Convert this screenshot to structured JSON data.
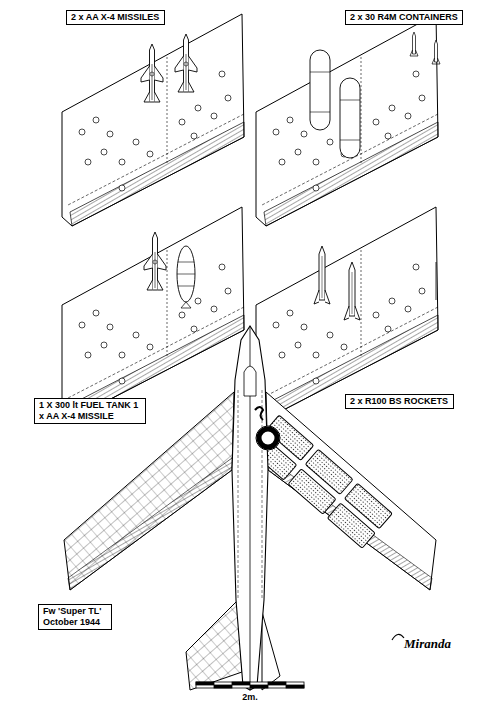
{
  "diagram": {
    "nodes": [
      {
        "text": [
          "2 x AA X-4 MISSILES"
        ]
      },
      {
        "text": [
          "2 x 30 R4M CONTAINERS"
        ]
      },
      {
        "text": [
          "1 X 300 lt FUEL TANK 1 x AA X-4 MISSILE"
        ]
      },
      {
        "text": [
          "2 x R100 BS ROCKETS"
        ]
      },
      {
        "text": [
          "Fw 'Super TL' October 1944"
        ]
      }
    ],
    "labels": [
      "2m.",
      "Miranda"
    ]
  }
}
